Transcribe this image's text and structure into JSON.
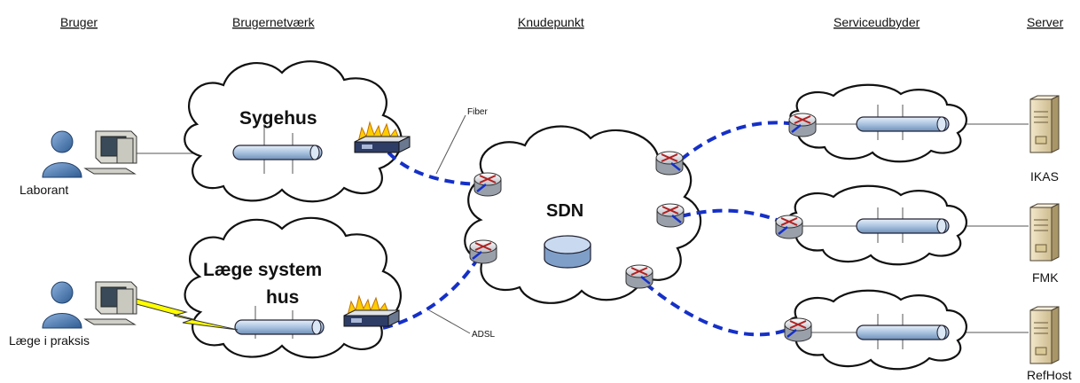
{
  "headers": {
    "user": "Bruger",
    "user_network": "Brugernetværk",
    "node": "Knudepunkt",
    "provider": "Serviceudbyder",
    "server": "Server"
  },
  "clouds": {
    "hospital": "Sygehus",
    "gp_line1": "Læge system",
    "gp_line2": "hus",
    "sdn": "SDN"
  },
  "users": {
    "lab": "Laborant",
    "gp": "Læge i praksis"
  },
  "links": {
    "fiber": "Fiber",
    "adsl": "ADSL"
  },
  "servers": [
    "IKAS",
    "FMK",
    "RefHost"
  ],
  "colors": {
    "dashed_link": "#1530c8",
    "person": "#4a78b0",
    "cylinder": "#a9c3e0",
    "lightning": "#ffff00",
    "flame": "#ffcc00"
  }
}
